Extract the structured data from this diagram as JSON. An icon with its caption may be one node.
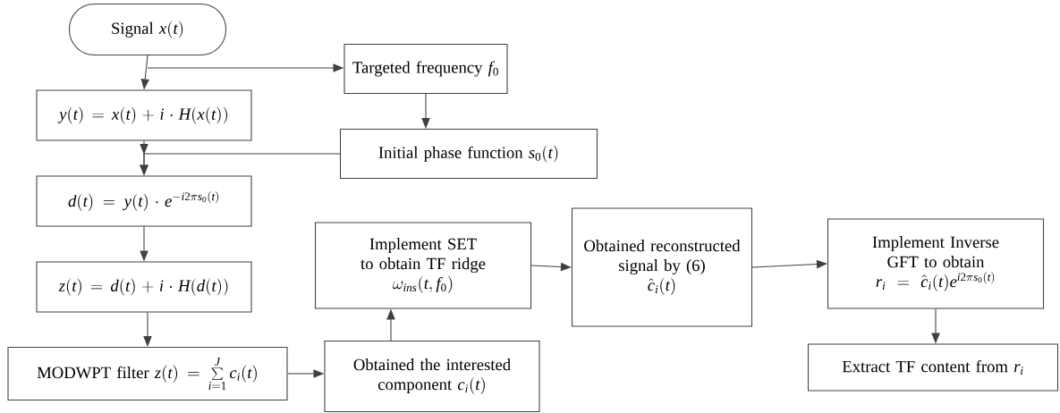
{
  "diagram": {
    "nodes": [
      {
        "text": [
          "Signal",
          "x(t)"
        ]
      },
      {
        "text": [
          "y(t)=x(t)+i\\cdot H(x(t))"
        ]
      },
      {
        "text": [
          "Targeted frequency",
          "f_0"
        ]
      },
      {
        "text": [
          "Initial phase function",
          "s_0(t)"
        ]
      },
      {
        "text": [
          "d(t) = y(t)\\cdot e^{-i2\\pi s_0(t)}"
        ]
      },
      {
        "text": [
          "z(t)=d(t)+i\\cdot H(d(t))"
        ]
      },
      {
        "text": [
          "MODWPT filter",
          "z(t)=\\sum\\limits_{i=1}^{J} c_i(t)"
        ]
      },
      {
        "text": [
          "Obtained the interested component",
          "c_i(t)"
        ]
      },
      {
        "text": [
          "Implement SET to obtain TF ridge",
          "\\omega_{ins}(t, f_0)"
        ]
      },
      {
        "text": [
          "Obtained reconstructed signal by (6)",
          "\\hat{c}_i(t)"
        ]
      },
      {
        "text": [
          "Implement Inverse GFT to obtain",
          "r_i = \\hat{c}_i(t)e^{i2\\pi s_0(t)}"
        ]
      },
      {
        "text": [
          "Extract TF content from",
          "r_i"
        ]
      }
    ],
    "edges": [
      {
        "from": 0,
        "to": 1,
        "arrow": "to"
      },
      {
        "from": 0,
        "to": 2,
        "arrow": "to"
      },
      {
        "from": 2,
        "to": 3,
        "arrow": "to"
      },
      {
        "from": 1,
        "to": 4,
        "arrow": "to"
      },
      {
        "from": 3,
        "to": 4,
        "arrow": "to"
      },
      {
        "from": 4,
        "to": 5,
        "arrow": "to"
      },
      {
        "from": 5,
        "to": 6,
        "arrow": "to"
      },
      {
        "from": 6,
        "to": 7,
        "arrow": "to"
      },
      {
        "from": 7,
        "to": 8,
        "arrow": "to"
      },
      {
        "from": 8,
        "to": 9,
        "arrow": "to"
      },
      {
        "from": 9,
        "to": 10,
        "arrow": "to"
      },
      {
        "from": 10,
        "to": 11,
        "arrow": "to"
      }
    ]
  }
}
